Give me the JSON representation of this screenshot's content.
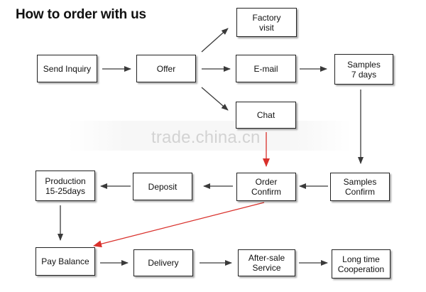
{
  "diagram": {
    "title": "How to order with us",
    "watermark": "trade.china.cn",
    "nodes": {
      "send_inquiry": "Send Inquiry",
      "offer": "Offer",
      "factory_visit": "Factory\nvisit",
      "email": "E-mail",
      "chat": "Chat",
      "samples_days": "Samples\n7  days",
      "samples_confirm": "Samples\nConfirm",
      "order_confirm": "Order\nConfirm",
      "deposit": "Deposit",
      "production": "Production\n15-25days",
      "pay_balance": "Pay Balance",
      "delivery": "Delivery",
      "after_sale": "After-sale\nService",
      "cooperation": "Long time\nCooperation"
    },
    "colors": {
      "arrow": "#3a3a3a",
      "highlight_arrow": "#d9302b",
      "watermark": "#d3d3d3"
    }
  }
}
